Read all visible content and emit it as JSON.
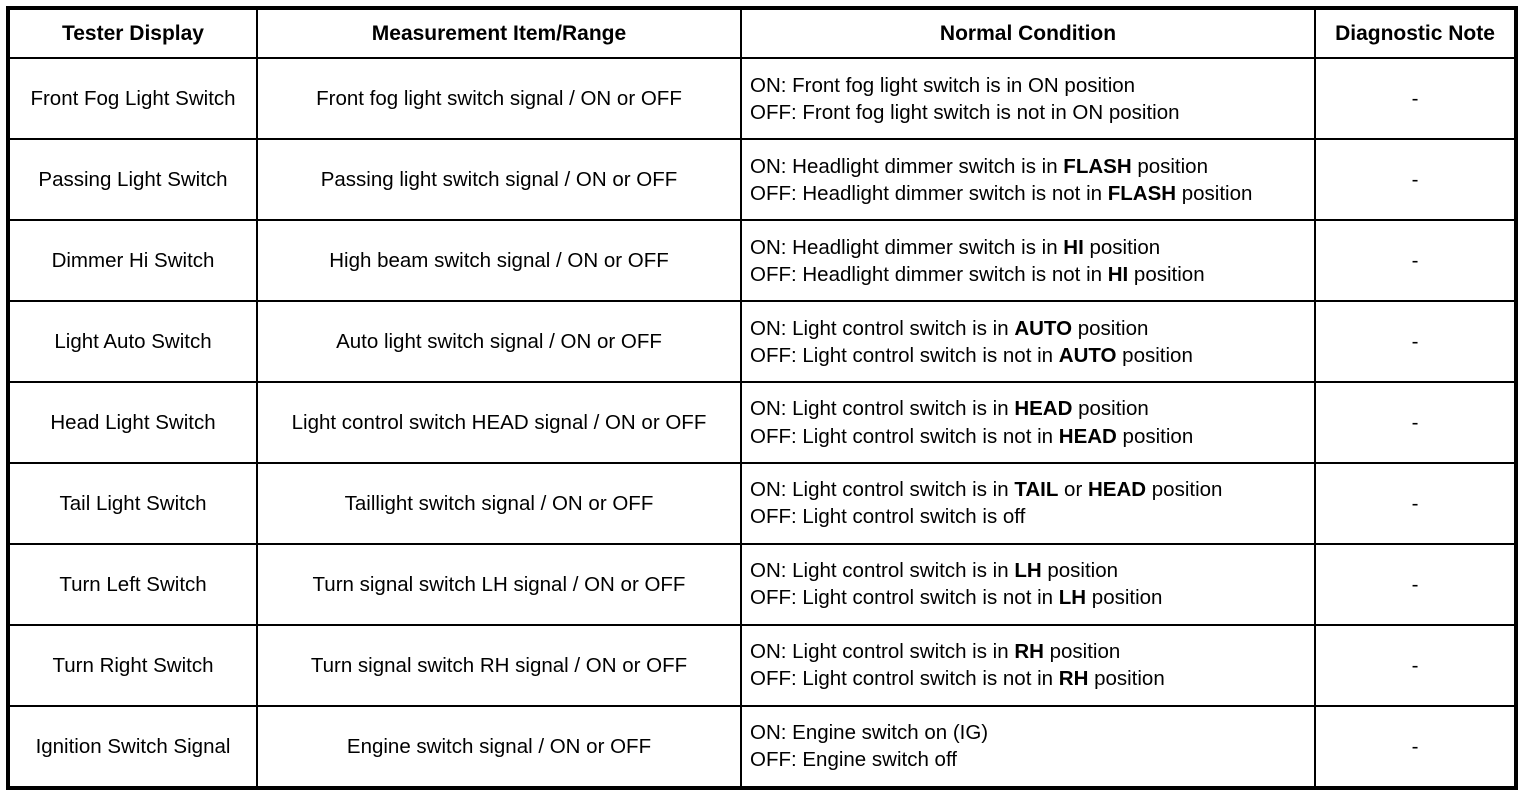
{
  "table": {
    "columns": [
      {
        "key": "tester_display",
        "label": "Tester Display"
      },
      {
        "key": "measurement",
        "label": "Measurement Item/Range"
      },
      {
        "key": "normal",
        "label": "Normal Condition"
      },
      {
        "key": "note",
        "label": "Diagnostic Note"
      }
    ],
    "rows": [
      {
        "tester_display": "Front Fog Light Switch",
        "measurement": "Front fog light switch signal / ON or OFF",
        "normal_lines": [
          "ON: Front fog light switch is in ON position",
          "OFF: Front fog light switch is not in ON position"
        ],
        "note": "-"
      },
      {
        "tester_display": "Passing Light Switch",
        "measurement": "Passing light switch signal / ON or OFF",
        "normal_lines": [
          "ON: Headlight dimmer switch is in FLASH position",
          "OFF: Headlight dimmer switch is not in FLASH position"
        ],
        "note": "-"
      },
      {
        "tester_display": "Dimmer Hi Switch",
        "measurement": "High beam switch signal / ON or OFF",
        "normal_lines": [
          "ON: Headlight dimmer switch is in HI position",
          "OFF: Headlight dimmer switch is not in HI position"
        ],
        "note": "-"
      },
      {
        "tester_display": "Light Auto Switch",
        "measurement": "Auto light switch signal / ON or OFF",
        "normal_lines": [
          "ON: Light control switch is in AUTO position",
          "OFF: Light control switch is not in AUTO position"
        ],
        "note": "-"
      },
      {
        "tester_display": "Head Light Switch",
        "measurement": "Light control switch HEAD signal / ON or OFF",
        "normal_lines": [
          "ON: Light control switch is in HEAD position",
          "OFF: Light control switch is not in HEAD position"
        ],
        "note": "-"
      },
      {
        "tester_display": "Tail Light Switch",
        "measurement": "Taillight switch signal / ON or OFF",
        "normal_lines": [
          "ON: Light control switch is in TAIL or HEAD position",
          "OFF: Light control switch is off"
        ],
        "note": "-"
      },
      {
        "tester_display": "Turn Left Switch",
        "measurement": "Turn signal switch LH signal / ON or OFF",
        "normal_lines": [
          "ON: Light control switch is in LH position",
          "OFF: Light control switch is not in LH position"
        ],
        "note": "-"
      },
      {
        "tester_display": "Turn Right Switch",
        "measurement": "Turn signal switch RH signal / ON or OFF",
        "normal_lines": [
          "ON: Light control switch is in RH position",
          "OFF: Light control switch is not in RH position"
        ],
        "note": "-"
      },
      {
        "tester_display": "Ignition Switch Signal",
        "measurement": "Engine switch signal / ON or OFF",
        "normal_lines": [
          "ON: Engine switch on (IG)",
          "OFF: Engine switch off"
        ],
        "note": "-"
      }
    ]
  }
}
